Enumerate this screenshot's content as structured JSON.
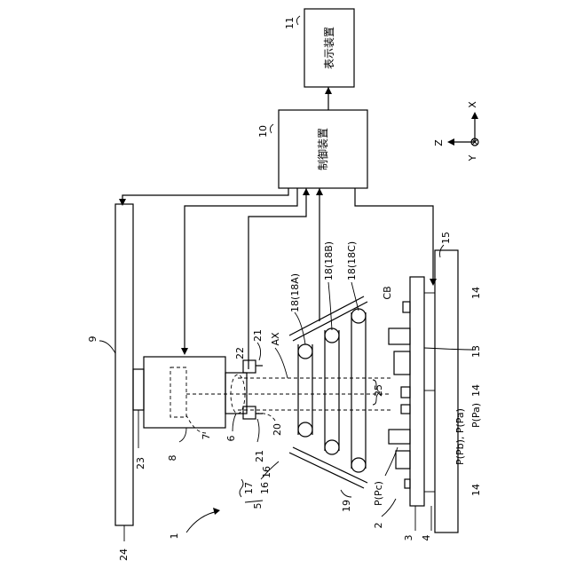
{
  "diagram": {
    "blocks": {
      "display_device": {
        "ref": "11",
        "label": "表示装置"
      },
      "control_device": {
        "ref": "10",
        "label": "制御装置"
      }
    },
    "axes": {
      "x": "X",
      "y": "Y",
      "z": "Z"
    },
    "refs": {
      "r1": "1",
      "r2": "2",
      "r3": "3",
      "r4": "4",
      "r5": "5",
      "r6": "6",
      "r7": "7",
      "r8": "8",
      "r9": "9",
      "r13": "13",
      "r14a": "14",
      "r14b": "14",
      "r14c": "14",
      "r15": "15",
      "r16a": "16",
      "r16b": "16",
      "r17": "17",
      "r18a": "18(18A)",
      "r18b": "18(18B)",
      "r18c": "18(18C)",
      "r19": "19",
      "r20": "20",
      "r21a": "21",
      "r21b": "21",
      "r22": "22",
      "r23": "23",
      "r24": "24",
      "r25": "25",
      "ax": "AX",
      "cb": "CB",
      "pc": "P(Pc)",
      "pbpa": "P(Pb), P(Pa)",
      "pa": "P(Pa)"
    }
  }
}
